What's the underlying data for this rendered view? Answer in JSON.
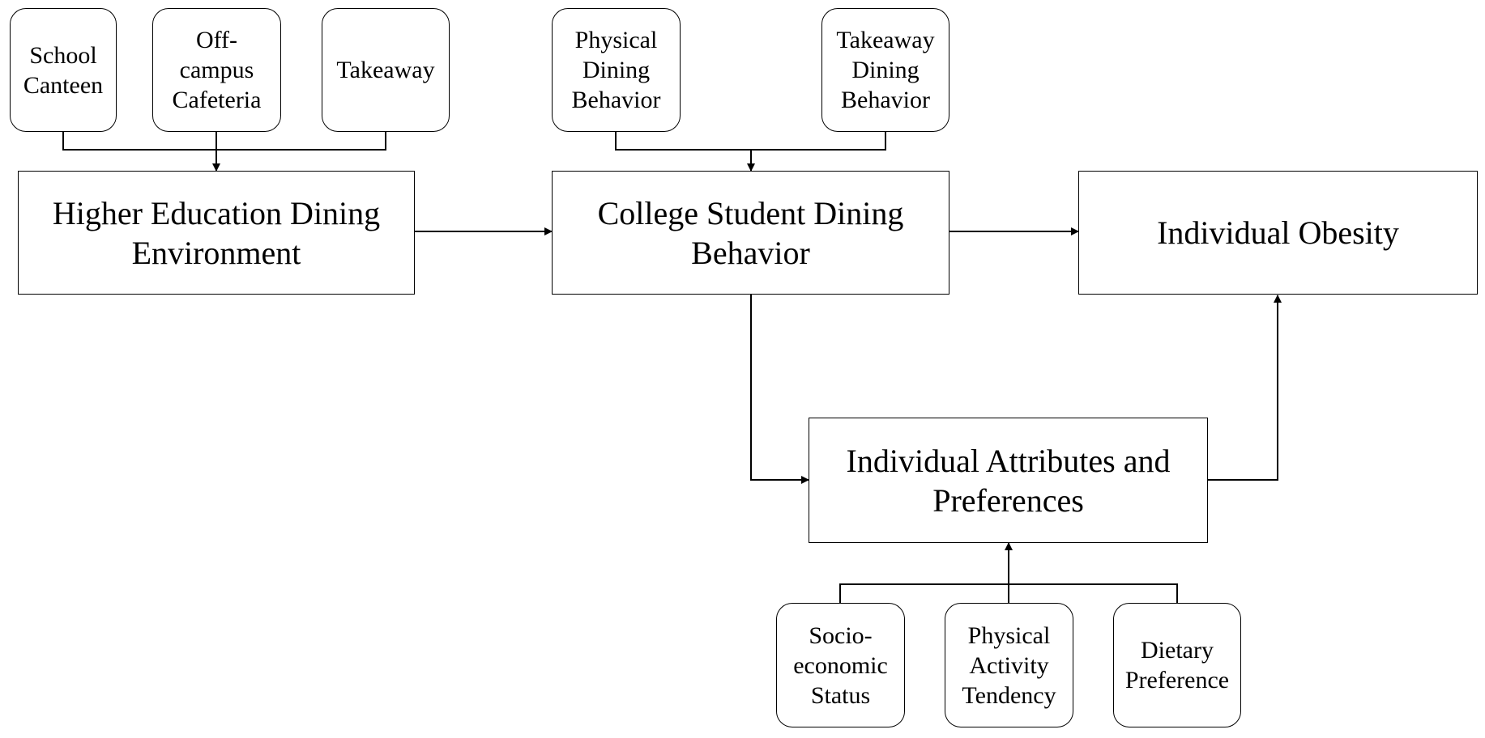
{
  "diagram": {
    "nodes": {
      "school_canteen": "School\nCanteen",
      "off_campus_cafeteria": "Off-\ncampus\nCafeteria",
      "takeaway": "Takeaway",
      "physical_dining_behavior": "Physical\nDining\nBehavior",
      "takeaway_dining_behavior": "Takeaway\nDining\nBehavior",
      "higher_education_dining_environment": "Higher Education Dining\nEnvironment",
      "college_student_dining_behavior": "College Student Dining\nBehavior",
      "individual_obesity": "Individual Obesity",
      "individual_attributes_and_preferences": "Individual Attributes and\nPreferences",
      "socio_economic_status": "Socio-\neconomic\nStatus",
      "physical_activity_tendency": "Physical\nActivity\nTendency",
      "dietary_preference": "Dietary\nPreference"
    },
    "edges": [
      {
        "from": [
          "School Canteen",
          "Off-campus Cafeteria",
          "Takeaway"
        ],
        "to": "Higher Education Dining Environment"
      },
      {
        "from": [
          "Physical Dining Behavior",
          "Takeaway Dining Behavior"
        ],
        "to": "College Student Dining Behavior"
      },
      {
        "from": "Higher Education Dining Environment",
        "to": "College Student Dining Behavior"
      },
      {
        "from": "College Student Dining Behavior",
        "to": "Individual Obesity"
      },
      {
        "from": "College Student Dining Behavior",
        "to": "Individual Attributes and Preferences"
      },
      {
        "from": "Individual Attributes and Preferences",
        "to": "Individual Obesity"
      },
      {
        "from": [
          "Socio-economic Status",
          "Physical Activity Tendency",
          "Dietary Preference"
        ],
        "to": "Individual Attributes and Preferences"
      }
    ],
    "colors": {
      "line": "#000000",
      "background": "#ffffff"
    }
  }
}
